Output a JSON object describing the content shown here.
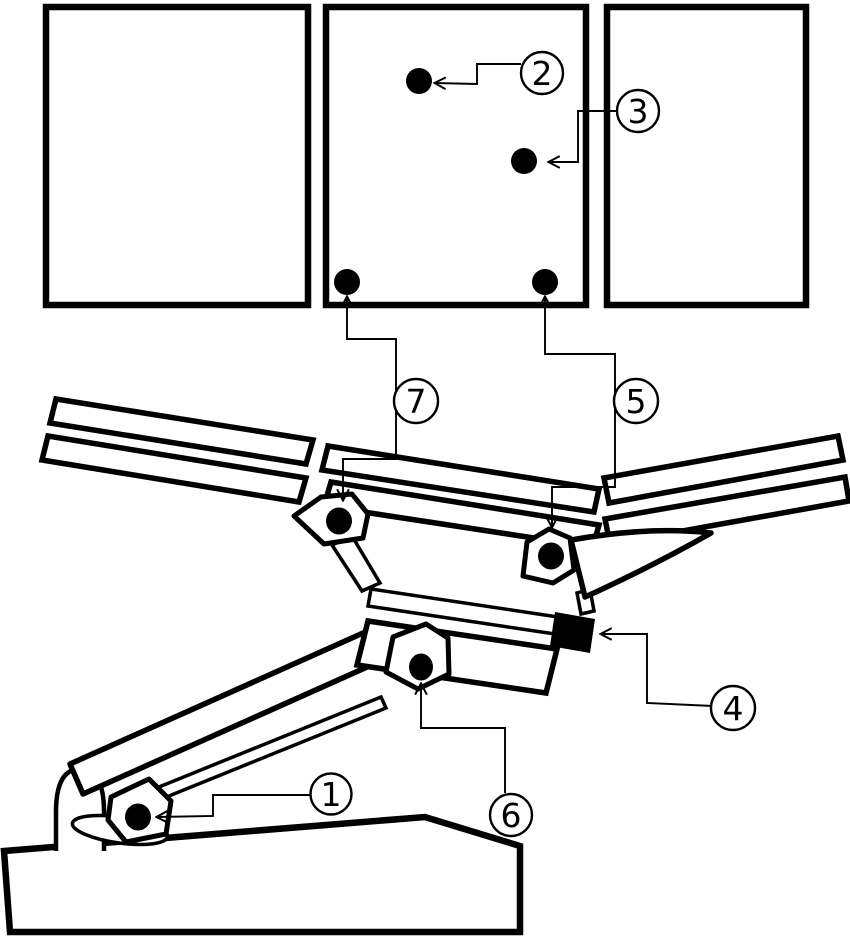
{
  "diagram": {
    "type": "technical-line-drawing",
    "background_color": "#ffffff",
    "line_color": "#000000",
    "description": "Three display panels with marker dots above an articulated support-arm assembly on a base, annotated with circled reference numbers connected by arrowed leader lines",
    "panels": {
      "count": 3,
      "dots_on_middle_panel": 4
    },
    "joints": {
      "count": 4
    },
    "callouts": [
      {
        "label": "1",
        "target": "base-pivot-joint"
      },
      {
        "label": "2",
        "target": "middle-panel-upper-dot"
      },
      {
        "label": "3",
        "target": "middle-panel-lower-dot"
      },
      {
        "label": "4",
        "target": "connector-block"
      },
      {
        "label": "5",
        "target": "right-wing-joint"
      },
      {
        "label": "6",
        "target": "elbow-joint"
      },
      {
        "label": "7",
        "target": "left-wing-joint"
      }
    ]
  }
}
